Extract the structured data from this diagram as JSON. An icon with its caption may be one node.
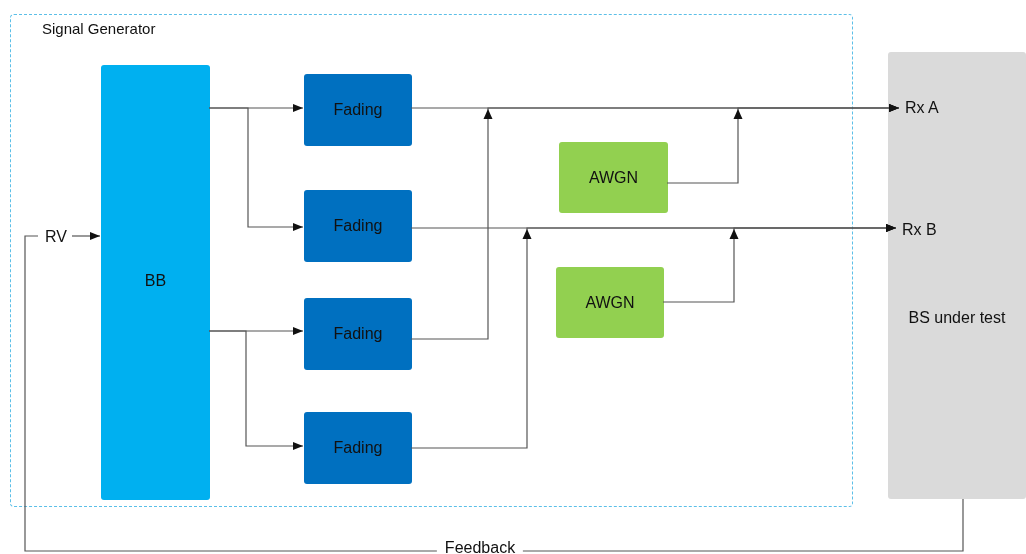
{
  "diagram": {
    "nodes": [
      {
        "text": [
          "Signal Generator"
        ]
      },
      {
        "text": [
          "BB"
        ],
        "in": 0
      },
      {
        "text": [
          "Fading"
        ],
        "in": 0
      },
      {
        "text": [
          "Fading"
        ],
        "in": 0
      },
      {
        "text": [
          "Fading"
        ],
        "in": 0
      },
      {
        "text": [
          "Fading"
        ],
        "in": 0
      },
      {
        "text": [
          "AWGN"
        ],
        "in": 0
      },
      {
        "text": [
          "AWGN"
        ],
        "in": 0
      },
      {
        "text": [
          "BS under test"
        ]
      },
      {
        "text": [
          "Rx A"
        ],
        "in": 8
      },
      {
        "text": [
          "Rx B"
        ],
        "in": 8
      },
      {
        "text": [
          "RV"
        ],
        "in": 0
      }
    ],
    "edges": [
      {
        "from": 11,
        "to": 1,
        "arrow": "to"
      },
      {
        "from": 1,
        "to": 2,
        "arrow": "to"
      },
      {
        "from": 1,
        "to": 3,
        "arrow": "to"
      },
      {
        "from": 1,
        "to": 4,
        "arrow": "to"
      },
      {
        "from": 1,
        "to": 5,
        "arrow": "to"
      },
      {
        "from": 2,
        "to": 9,
        "arrow": "to"
      },
      {
        "from": 4,
        "to": 9,
        "arrow": "to"
      },
      {
        "from": 6,
        "to": 9,
        "arrow": "to"
      },
      {
        "from": 3,
        "to": 10,
        "arrow": "to"
      },
      {
        "from": 5,
        "to": 10,
        "arrow": "to"
      },
      {
        "from": 7,
        "to": 10,
        "arrow": "to"
      },
      {
        "from": 8,
        "to": 11,
        "arrow": "none",
        "label": "Feedback"
      }
    ]
  }
}
